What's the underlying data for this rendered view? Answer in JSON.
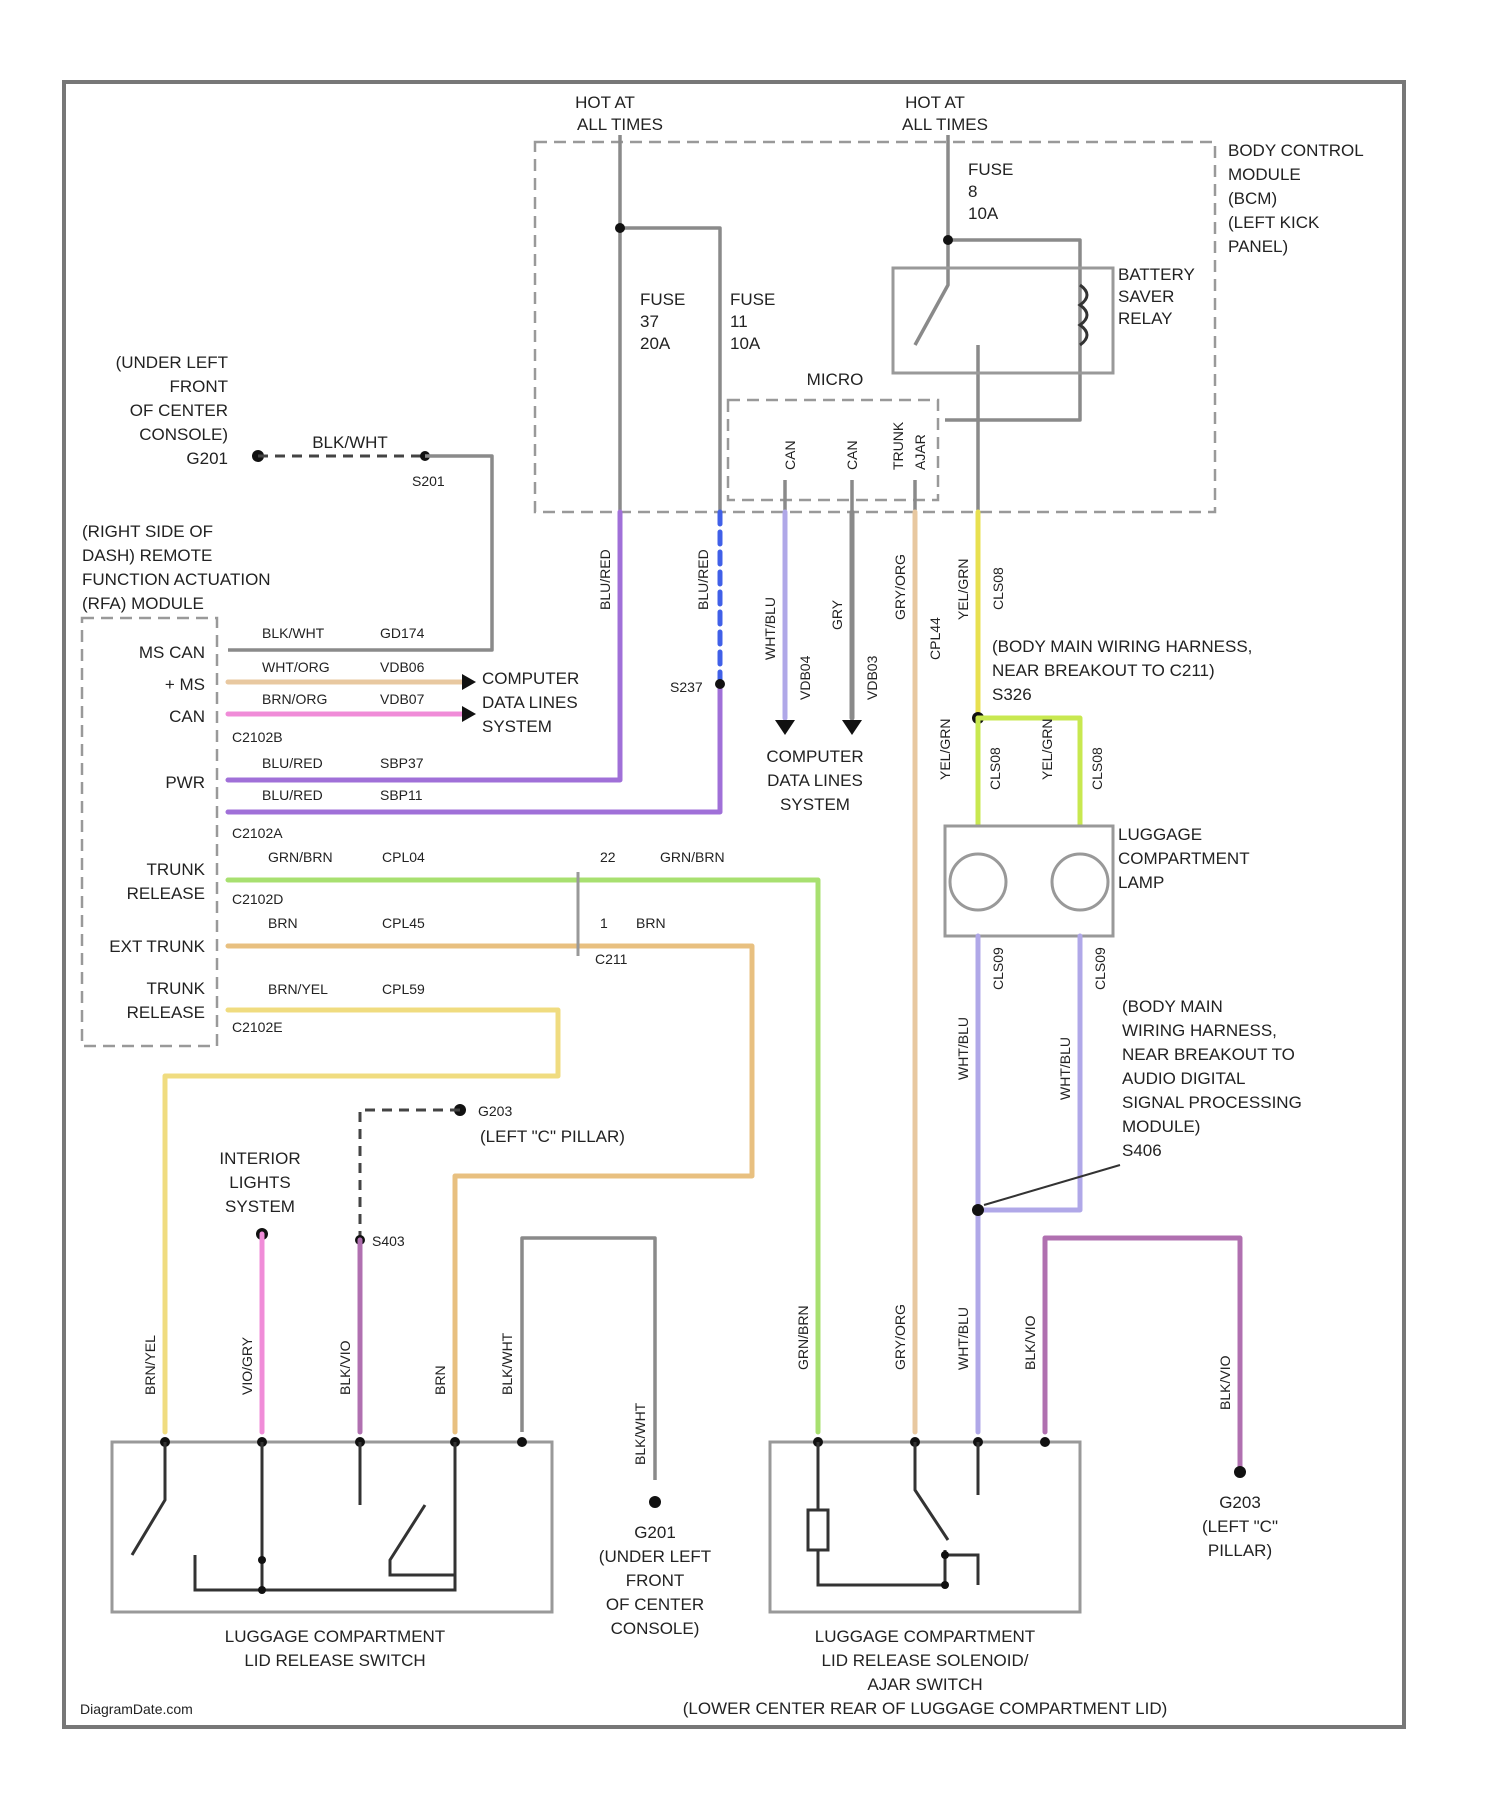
{
  "colors": {
    "purple": "#a070d8",
    "blue_dash": "#4060e8",
    "violet": "#b0a8e8",
    "tan": "#e8c8a0",
    "yellow": "#e8e050",
    "yellow_green": "#c8e850",
    "pink": "#f08cd8",
    "green": "#a8e070",
    "orange": "#e8c080",
    "light_yellow": "#f0dc80",
    "magenta": "#b070b0",
    "gray": "#8a8a8a"
  },
  "power": {
    "hot1": [
      "HOT AT",
      "ALL TIMES"
    ],
    "hot2": [
      "HOT AT",
      "ALL TIMES"
    ]
  },
  "bcm": {
    "lines": [
      "BODY CONTROL",
      "MODULE",
      "(BCM)",
      "(LEFT KICK",
      "PANEL)"
    ],
    "fuse_a": [
      "FUSE",
      "37",
      "20A"
    ],
    "fuse_b": [
      "FUSE",
      "11",
      "10A"
    ],
    "fuse_c": [
      "FUSE",
      "8",
      "10A"
    ],
    "relay": [
      "BATTERY",
      "SAVER",
      "RELAY"
    ],
    "micro": "MICRO",
    "micro_pins": [
      "CAN",
      "CAN",
      "TRUNK",
      "AJAR"
    ]
  },
  "ground_top": {
    "loc": [
      "(UNDER LEFT",
      "FRONT",
      "OF CENTER",
      "CONSOLE)"
    ],
    "g": "G201",
    "wire": "BLK/WHT",
    "splice": "S201"
  },
  "rfa": {
    "lines": [
      "(RIGHT SIDE OF",
      "DASH) REMOTE",
      "FUNCTION ACTUATION",
      "(RFA) MODULE"
    ],
    "ms_can": "MS CAN",
    "plus_ms": "+ MS",
    "can": "CAN",
    "pwr": "PWR",
    "trunk_release": [
      "TRUNK",
      "RELEASE"
    ],
    "ext_trunk": "EXT TRUNK",
    "trunk_release2": [
      "TRUNK",
      "RELEASE"
    ],
    "c1": "C2102B",
    "c2": "C2102A",
    "c3": "C2102D",
    "c4": "C2102E"
  },
  "wires": {
    "w1": "BLK/WHT",
    "w1c": "GD174",
    "w2": "WHT/ORG",
    "w2c": "VDB06",
    "w3": "BRN/ORG",
    "w3c": "VDB07",
    "w4": "BLU/RED",
    "w4c": "SBP37",
    "w5": "BLU/RED",
    "w5c": "SBP11",
    "w6": "GRN/BRN",
    "w6c": "CPL04",
    "w7": "BRN",
    "w7c": "CPL45",
    "w8": "BRN/YEL",
    "w8c": "CPL59",
    "w6b": "GRN/BRN",
    "w7b": "BRN"
  },
  "splices": {
    "s237": "S237",
    "c211": "C211",
    "pin22": "22",
    "pin1": "1"
  },
  "computer_data": {
    "a": [
      "COMPUTER",
      "DATA LINES",
      "SYSTEM"
    ],
    "b": [
      "COMPUTER",
      "DATA LINES",
      "SYSTEM"
    ]
  },
  "vwires": {
    "v1": "BLU/RED",
    "v2": "BLU/RED",
    "v3": "WHT/BLU",
    "v3c": "VDB04",
    "v4": "GRY",
    "v4c": "VDB03",
    "v5": "GRY/ORG",
    "v5c": "CPL44",
    "v6": "YEL/GRN",
    "v6c": "CLS08"
  },
  "harness1": [
    "(BODY MAIN WIRING HARNESS,",
    "NEAR BREAKOUT TO C211)",
    "S326"
  ],
  "lamp": {
    "lines": [
      "LUGGAGE",
      "COMPARTMENT",
      "LAMP"
    ],
    "w_top": [
      "YEL/GRN",
      "CLS08"
    ],
    "w_bot": [
      "WHT/BLU",
      "CLS09"
    ]
  },
  "harness2": [
    "(BODY MAIN",
    "WIRING HARNESS,",
    "NEAR BREAKOUT TO",
    "AUDIO DIGITAL",
    "SIGNAL PROCESSING",
    "MODULE)",
    "S406"
  ],
  "ground_mid": {
    "g": "G203",
    "loc": "(LEFT \"C\" PILLAR)",
    "splice": "S403"
  },
  "interior": [
    "INTERIOR",
    "LIGHTS",
    "SYSTEM"
  ],
  "switch1": {
    "name": [
      "LUGGAGE COMPARTMENT",
      "LID RELEASE SWITCH"
    ],
    "pins": [
      "BRN/YEL",
      "VIO/GRY",
      "BLK/VIO",
      "BRN",
      "BLK/WHT"
    ]
  },
  "ground_bot1": {
    "g": "G201",
    "wire": "BLK/WHT",
    "loc": [
      "(UNDER LEFT",
      "FRONT",
      "OF CENTER",
      "CONSOLE)"
    ]
  },
  "switch2": {
    "name": [
      "LUGGAGE COMPARTMENT",
      "LID RELEASE SOLENOID/",
      "AJAR SWITCH",
      "(LOWER CENTER REAR OF LUGGAGE COMPARTMENT LID)"
    ],
    "pins": [
      "GRN/BRN",
      "GRY/ORG",
      "WHT/BLU",
      "BLK/VIO"
    ]
  },
  "ground_bot2": {
    "g": "G203",
    "wire": "BLK/VIO",
    "loc": [
      "(LEFT \"C\"",
      "PILLAR)"
    ]
  },
  "footer": "DiagramDate.com"
}
